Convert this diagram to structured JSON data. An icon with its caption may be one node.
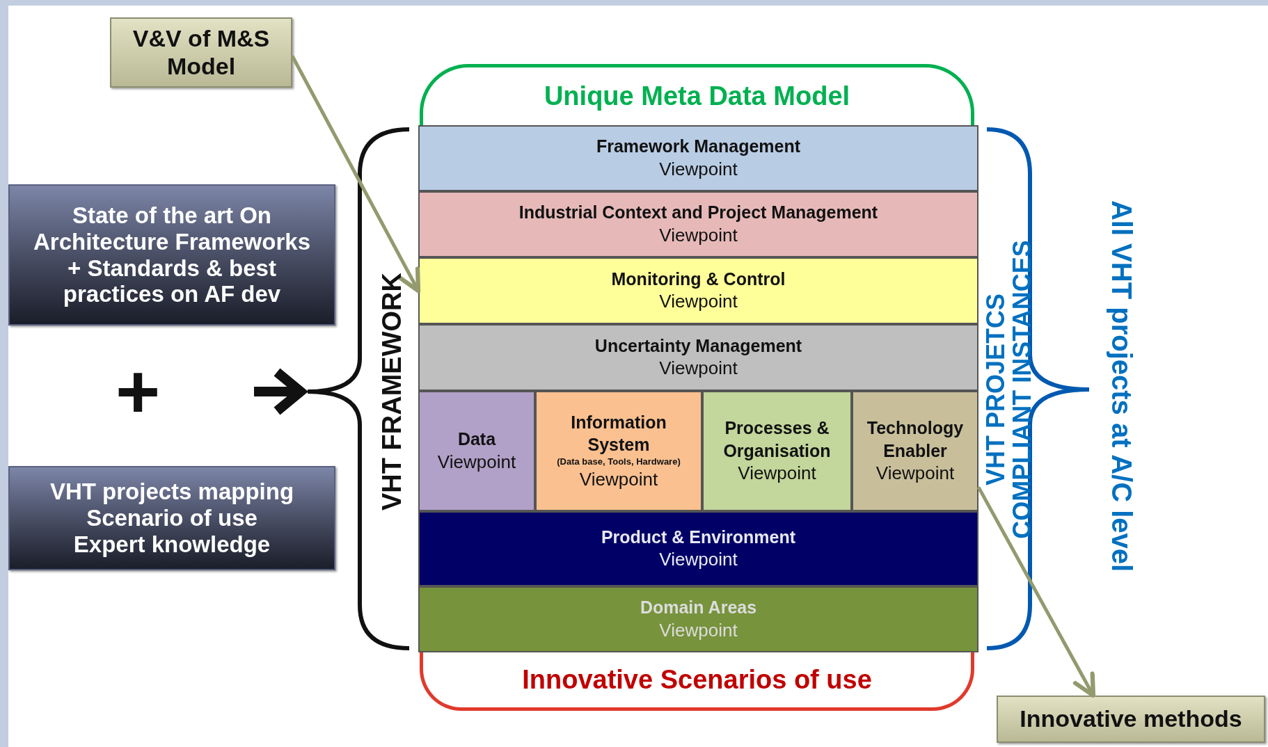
{
  "diagram": {
    "nodes": [
      {
        "text": [
          "V&V of M&S Model"
        ]
      },
      {
        "text": [
          "State of the art On Architecture Frameworks + Standards & best practices on AF dev"
        ]
      },
      {
        "text": [
          "VHT projects mapping Scenario of use Expert knowledge"
        ]
      },
      {
        "text": [
          "Unique Meta Data Model"
        ]
      },
      {
        "text": [
          "Framework Management",
          "Viewpoint"
        ]
      },
      {
        "text": [
          "Industrial Context and Project Management",
          "Viewpoint"
        ]
      },
      {
        "text": [
          "Monitoring & Control",
          "Viewpoint"
        ]
      },
      {
        "text": [
          "Uncertainty Management",
          "Viewpoint"
        ]
      },
      {
        "text": [
          "Data",
          "Viewpoint"
        ]
      },
      {
        "text": [
          "Information System",
          "(Data base, Tools, Hardware)",
          "Viewpoint"
        ]
      },
      {
        "text": [
          "Processes & Organisation",
          "Viewpoint"
        ]
      },
      {
        "text": [
          "Technology Enabler",
          "Viewpoint"
        ]
      },
      {
        "text": [
          "Product & Environment",
          "Viewpoint"
        ]
      },
      {
        "text": [
          "Domain Areas",
          "Viewpoint"
        ]
      },
      {
        "text": [
          "Innovative Scenarios of use"
        ]
      },
      {
        "text": [
          "Innovative methods"
        ]
      }
    ],
    "edges": [
      {
        "from": 0,
        "to": 6,
        "arrow": "to"
      },
      {
        "from": 11,
        "to": 15,
        "arrow": "to"
      }
    ],
    "labels": [
      "+",
      "VHT FRAMEWORK",
      "VHT PROJETCS COMPLIANT INSTANCES",
      "All VHT projects at A/C level"
    ]
  }
}
